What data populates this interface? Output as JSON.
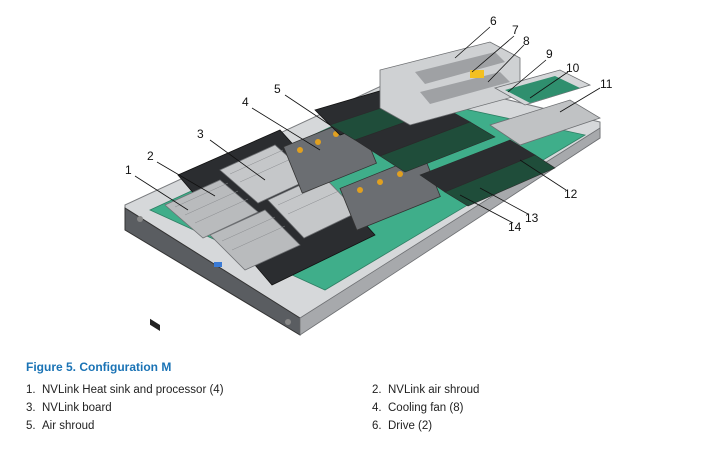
{
  "figure": {
    "callouts": [
      "1",
      "2",
      "3",
      "4",
      "5",
      "6",
      "7",
      "8",
      "9",
      "10",
      "11",
      "12",
      "13",
      "14"
    ]
  },
  "caption": "Figure 5. Configuration M",
  "legend": [
    {
      "num": "1.",
      "text": "NVLink Heat sink and processor (4)"
    },
    {
      "num": "2.",
      "text": "NVLink air shroud"
    },
    {
      "num": "3.",
      "text": "NVLink board"
    },
    {
      "num": "4.",
      "text": "Cooling fan (8)"
    },
    {
      "num": "5.",
      "text": "Air shroud"
    },
    {
      "num": "6.",
      "text": "Drive (2)"
    }
  ],
  "colors": {
    "caption": "#1a73b5",
    "board": "#3fae8a",
    "chassis": "#c8cacc",
    "heatsink": "#b9bbbd",
    "shroud": "#2b2d30"
  }
}
